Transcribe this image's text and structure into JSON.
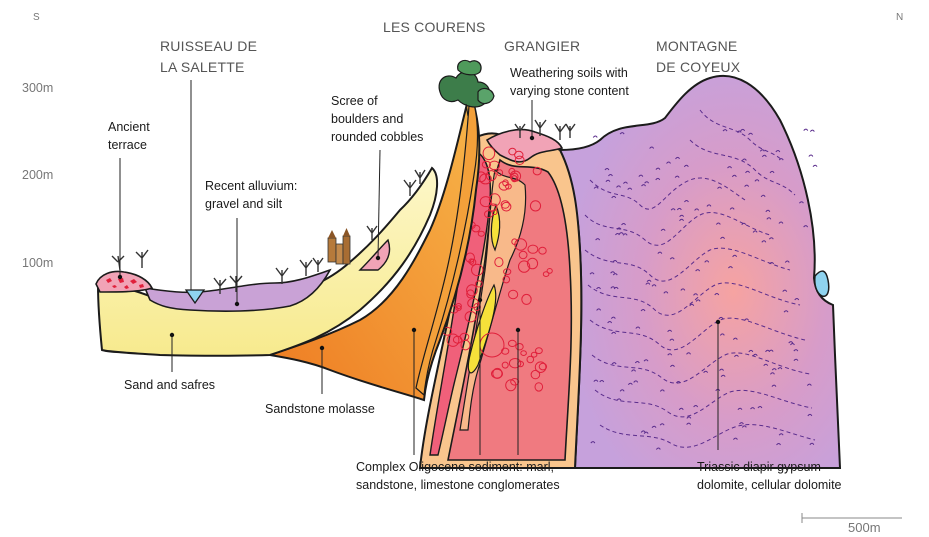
{
  "orientation": {
    "left": "S",
    "right": "N"
  },
  "elevation_labels": [
    "300m",
    "200m",
    "100m"
  ],
  "places": {
    "les_courens": "LES COURENS",
    "ruisseau_line1": "RUISSEAU DE",
    "ruisseau_line2": "LA SALETTE",
    "grangier": "GRANGIER",
    "montagne_line1": "MONTAGNE",
    "montagne_line2": "DE COYEUX"
  },
  "labels": {
    "ancient_terrace_1": "Ancient",
    "ancient_terrace_2": "terrace",
    "recent_alluvium_1": "Recent alluvium:",
    "recent_alluvium_2": "gravel and silt",
    "scree_1": "Scree of",
    "scree_2": "boulders and",
    "scree_3": "rounded cobbles",
    "weathering_1": "Weathering soils with",
    "weathering_2": "varying stone content",
    "sand_safres": "Sand and safres",
    "sandstone_molasse": "Sandstone molasse",
    "oligocene_1": "Complex Oligocene sediment: marl,",
    "oligocene_2": "sandstone, limestone conglomerates",
    "triassic_1": "Triassic diapir gypsum",
    "triassic_2": "dolomite, cellular dolomite"
  },
  "scale_bar": "500m",
  "colors": {
    "sand": "#fbf3b0",
    "alluvium": "#c9a2d6",
    "molasse": "#f08a2c",
    "oligocene_pink": "#f2727a",
    "oligocene_light": "#f9c58d",
    "conglomerate_yellow": "#f6e13a",
    "diapir": "#c99ad0",
    "terrace": "#f1a3b6",
    "water": "#8fd3ef",
    "trees": "#3d7d4a"
  }
}
